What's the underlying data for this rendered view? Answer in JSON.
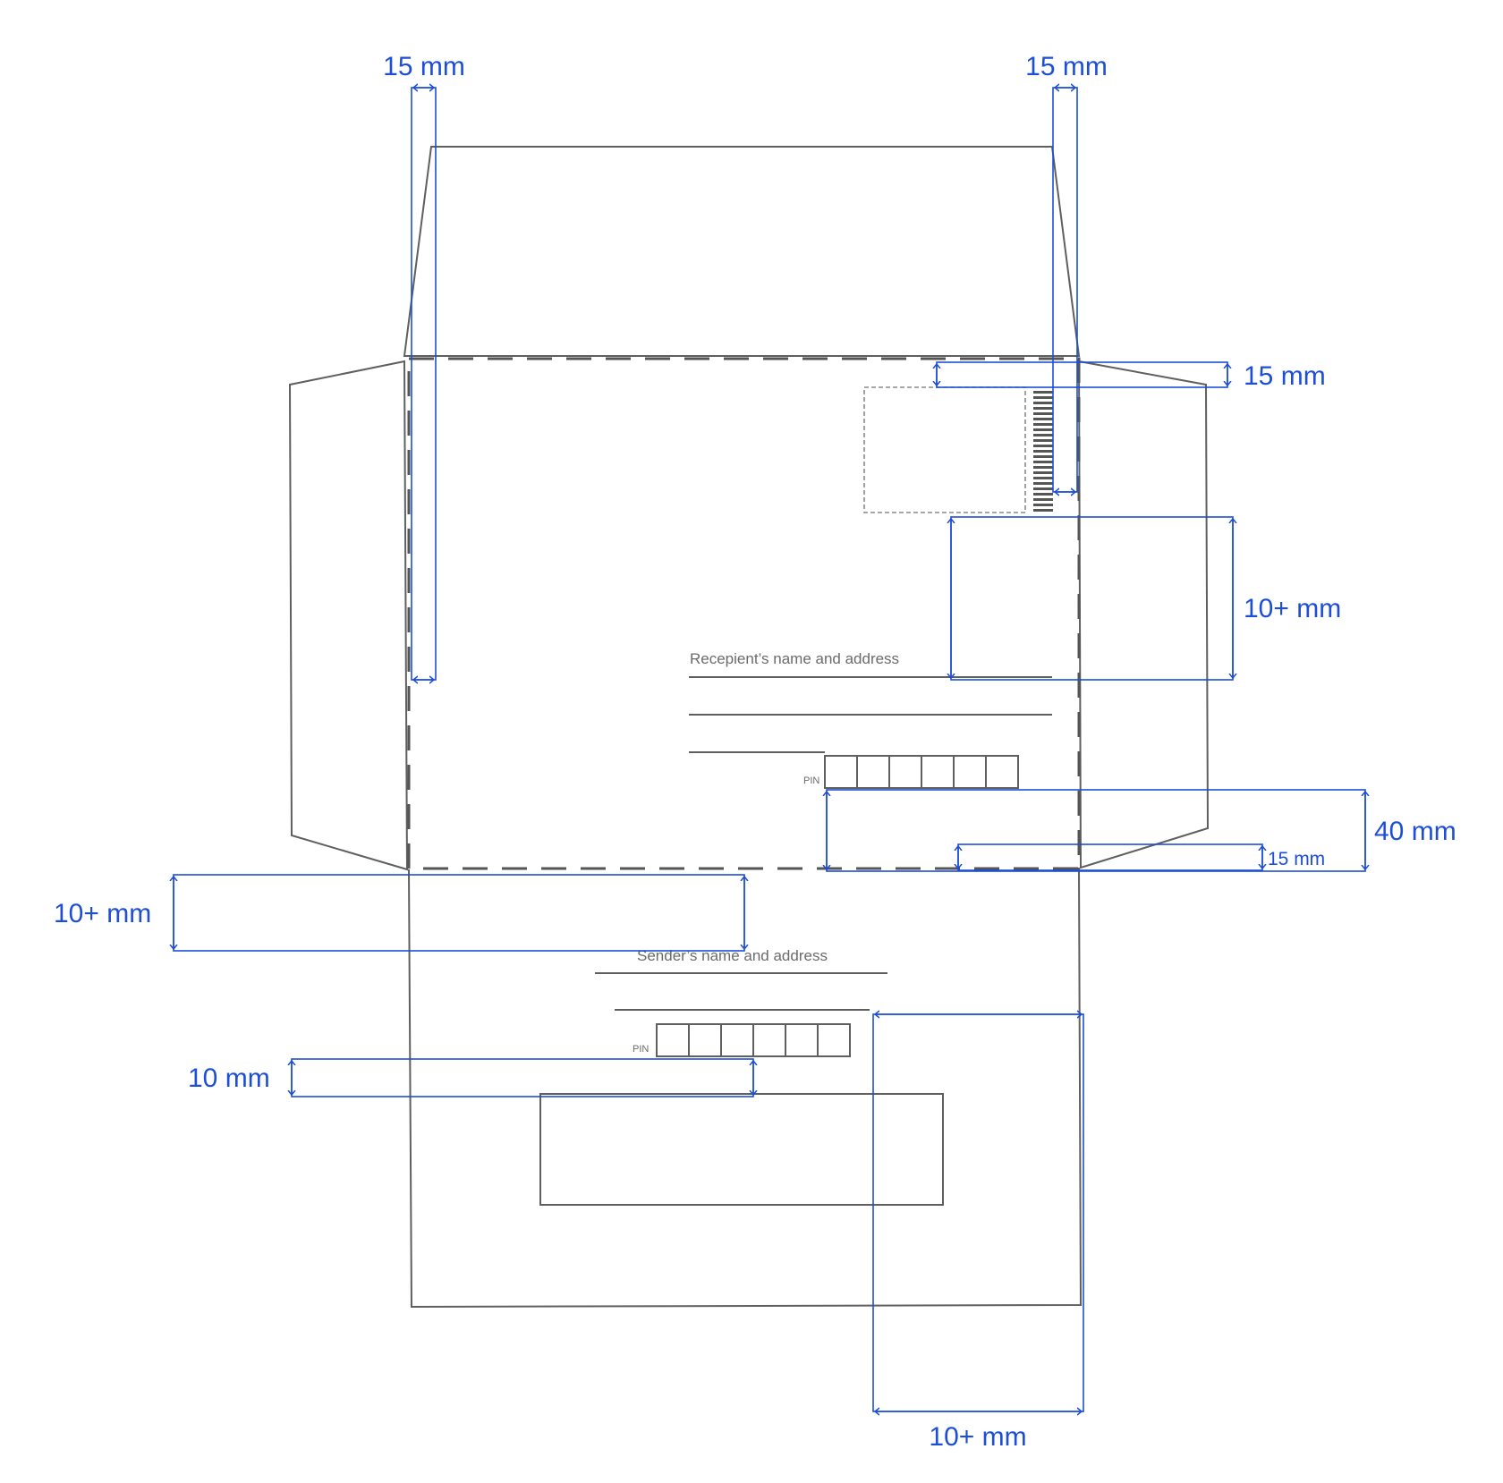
{
  "colors": {
    "outline": "#5f5f5f",
    "dimension": "#1d4ed8",
    "label": "#6b6b6b",
    "background": "#ffffff"
  },
  "labels": {
    "recipient": "Recepient’s name and address",
    "sender": "Sender’s name and address",
    "pin_recipient": "PIN",
    "pin_sender": "PIN"
  },
  "dimensions": {
    "flap_left": "15 mm",
    "flap_right": "15 mm",
    "stamp_top": "15 mm",
    "stamp_below": "10+ mm",
    "pin_bottom": "40 mm",
    "bottom_margin_small": "15 mm",
    "sender_top": "10+ mm",
    "sender_pin_gap": "10 mm",
    "sender_right": "10+ mm"
  },
  "pin_boxes": 6
}
